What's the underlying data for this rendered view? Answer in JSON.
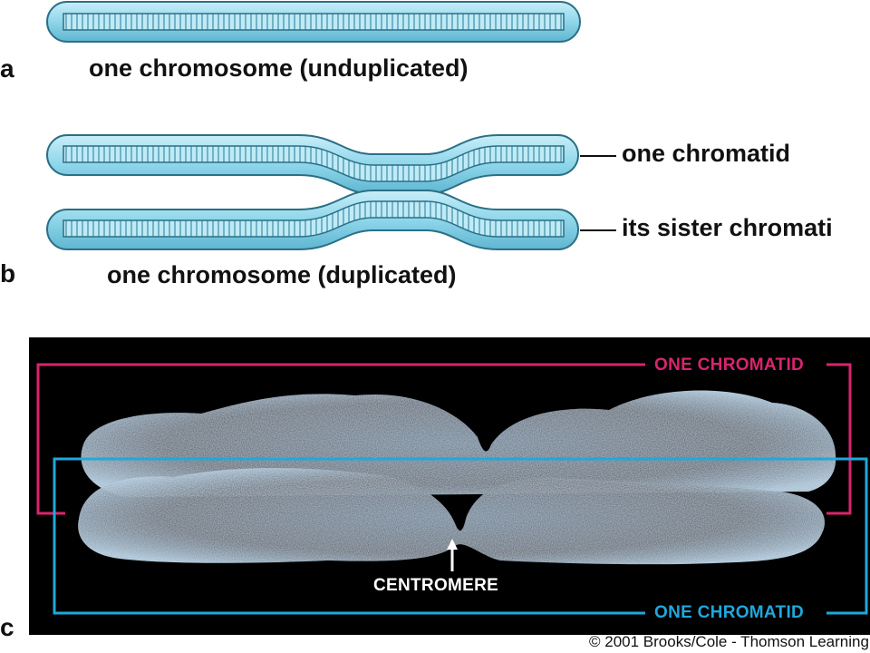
{
  "panel_a": {
    "letter": "a",
    "caption": "one chromosome (unduplicated)"
  },
  "panel_b": {
    "letter": "b",
    "caption": "one chromosome (duplicated)",
    "upper_label": "one chromatid",
    "lower_label": "its sister chromati"
  },
  "panel_c": {
    "letter": "c",
    "top_label": "ONE CHROMATID",
    "bottom_label": "ONE CHROMATID",
    "centromere_label": "CENTROMERE"
  },
  "copyright": "© 2001 Brooks/Cole - Thomson Learning",
  "colors": {
    "chromatid_fill": "#8fd6ea",
    "chromatid_stroke": "#2a6f86",
    "top_bracket": "#d9246e",
    "bottom_bracket": "#1fa8dc",
    "micro_background": "#000000"
  }
}
